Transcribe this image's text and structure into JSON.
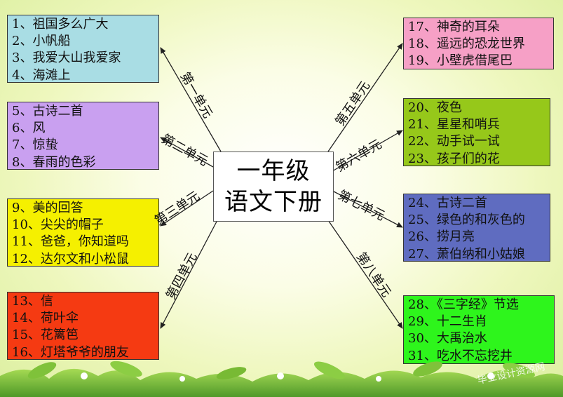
{
  "center": {
    "line1": "一年级",
    "line2": "语文下册"
  },
  "units": [
    {
      "label": "第一单元",
      "color": "#a9dde4",
      "items": [
        "1、祖国多么广大",
        "2、小帆船",
        "3、我爱大山我爱家",
        "4、海滩上"
      ]
    },
    {
      "label": "第二单元",
      "color": "#c9a0f0",
      "items": [
        "5、古诗二首",
        "6、风",
        "7、惊蛰",
        "8、春雨的色彩"
      ]
    },
    {
      "label": "第三单元",
      "color": "#f5f000",
      "items": [
        "9、美的回答",
        "10、尖尖的帽子",
        "11、爸爸，你知道吗",
        "12、达尔文和小松鼠"
      ]
    },
    {
      "label": "第四单元",
      "color": "#f53a12",
      "items": [
        "13、信",
        "14、荷叶伞",
        "15、花篱笆",
        "16、灯塔爷爷的朋友"
      ]
    },
    {
      "label": "第五单元",
      "color": "#f6a0c6",
      "items": [
        "17、神奇的耳朵",
        "18、遥远的恐龙世界",
        "19、小壁虎借尾巴"
      ]
    },
    {
      "label": "第六单元",
      "color": "#96c81a",
      "items": [
        "20、夜色",
        "21、星星和哨兵",
        "22、动手试一试",
        "23、孩子们的花"
      ]
    },
    {
      "label": "第七单元",
      "color": "#5f6cc0",
      "items": [
        "24、古诗二首",
        "25、绿色的和灰色的",
        "26、捞月亮",
        "27、萧伯纳和小姑娘"
      ]
    },
    {
      "label": "第八单元",
      "color": "#2ef51c",
      "items": [
        "28、《三字经》节选",
        "29、十二生肖",
        "30、大禹治水",
        "31、吃水不忘挖井"
      ]
    }
  ],
  "watermark": "毕业设计资源网"
}
